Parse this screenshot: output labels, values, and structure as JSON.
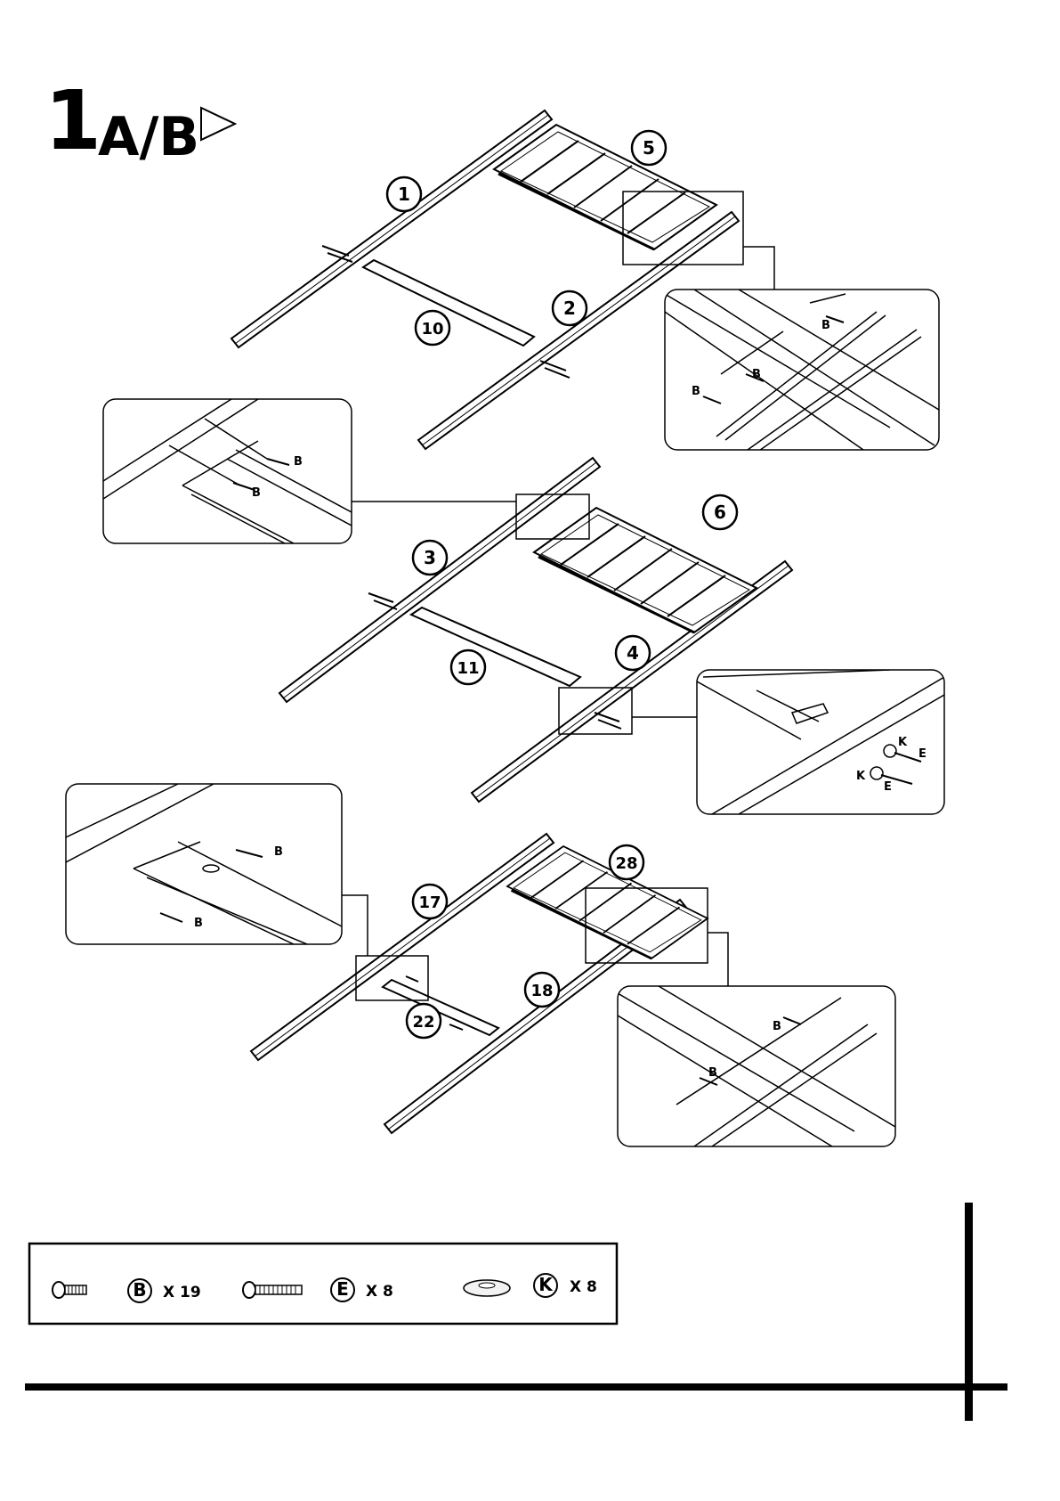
{
  "step": {
    "number": "1",
    "variant": "A/B"
  },
  "part_callouts": [
    "1",
    "2",
    "3",
    "4",
    "5",
    "6",
    "10",
    "11",
    "17",
    "18",
    "22",
    "28"
  ],
  "detail_labels": {
    "b": "B",
    "e": "E",
    "k": "K"
  },
  "hardware": [
    {
      "id": "B",
      "count": "X 19",
      "icon": "short-bolt-icon"
    },
    {
      "id": "E",
      "count": "X 8",
      "icon": "long-bolt-icon"
    },
    {
      "id": "K",
      "count": "X 8",
      "icon": "washer-icon"
    }
  ]
}
